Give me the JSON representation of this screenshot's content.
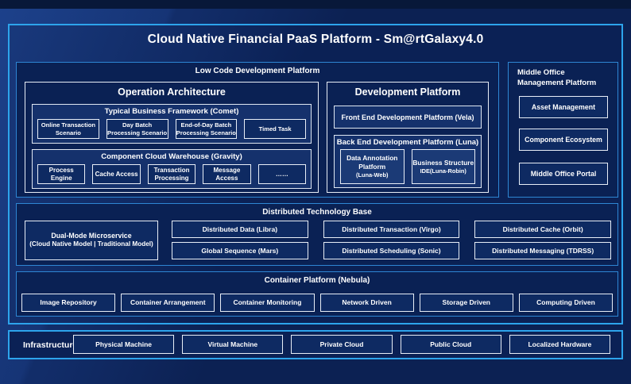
{
  "title": "Cloud Native Financial PaaS Platform - Sm@rtGalaxy4.0",
  "low_code": {
    "label": "Low Code Development Platform",
    "operation_architecture": {
      "title": "Operation Architecture",
      "typical_business": {
        "title": "Typical Business Framework (Comet)",
        "items": [
          "Online Transaction Scenario",
          "Day Batch Processing Scenario",
          "End-of-Day Batch Processing Scenario",
          "Timed Task"
        ]
      },
      "component_cloud": {
        "title": "Component Cloud Warehouse (Gravity)",
        "items": [
          "Process Engine",
          "Cache Access",
          "Transaction Processing",
          "Message Access",
          "……"
        ]
      }
    },
    "development_platform": {
      "title": "Development Platform",
      "front_end_label": "Front End Development Platform (Vela)",
      "back_end": {
        "title": "Back End Development Platform (Luna)",
        "items": [
          {
            "name": "Data Annotation Platform",
            "sub": "(Luna-Web)"
          },
          {
            "name": "Business Structure",
            "sub": "IDE(Luna-Robin)"
          }
        ]
      }
    }
  },
  "middle_office": {
    "label": "Middle Office Management Platform",
    "items": [
      "Asset Management",
      "Component Ecosystem",
      "Middle Office Portal"
    ]
  },
  "distributed": {
    "label": "Distributed Technology Base",
    "dual_mode": {
      "name": "Dual-Mode Microservice",
      "sub": "(Cloud Native Model | Traditional Model)"
    },
    "row1": [
      "Distributed Data (Libra)",
      "Distributed Transaction (Virgo)",
      "Distributed Cache (Orbit)"
    ],
    "row2": [
      "Global Sequence (Mars)",
      "Distributed Scheduling (Sonic)",
      "Distributed Messaging (TDRSS)"
    ]
  },
  "container_platform": {
    "label": "Container Platform (Nebula)",
    "items": [
      "Image Repository",
      "Container Arrangement",
      "Container Monitoring",
      "Network Driven",
      "Storage Driven",
      "Computing Driven"
    ]
  },
  "infrastructure": {
    "label": "Infrastructure",
    "items": [
      "Physical Machine",
      "Virtual Machine",
      "Private Cloud",
      "Public Cloud",
      "Localized Hardware"
    ]
  },
  "colors": {
    "background": "#0c2153",
    "top_strip": "#081839",
    "outer_border": "#2da4ec",
    "section_border": "#2e86d4",
    "box_border": "#e8eef7",
    "mid_box_fill": "#15316c",
    "leaf_fill": "#0e2a62",
    "text": "#ffffff"
  }
}
